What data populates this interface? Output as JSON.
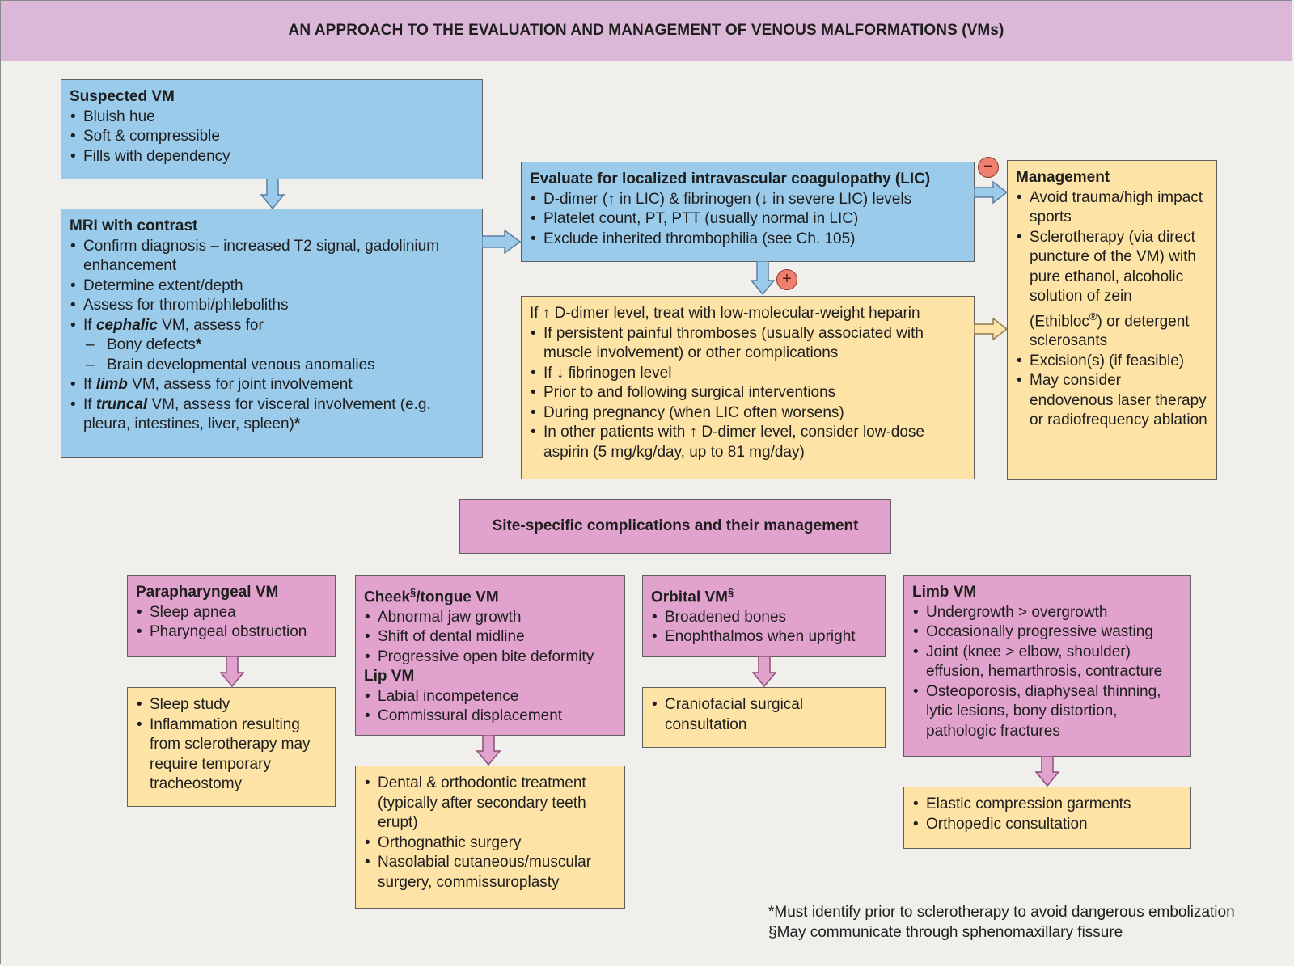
{
  "title": "AN APPROACH TO THE EVALUATION AND MANAGEMENT OF VENOUS MALFORMATIONS (VMs)",
  "suspected": {
    "title": "Suspected VM",
    "items": [
      "Bluish hue",
      "Soft & compressible",
      "Fills with dependency"
    ]
  },
  "mri": {
    "title": "MRI with contrast",
    "items": [
      "Confirm diagnosis – increased T2 signal, gadolinium enhancement",
      "Determine extent/depth",
      "Assess for thrombi/phleboliths"
    ],
    "cephalic": {
      "pre": "If ",
      "em": "cephalic",
      "post": " VM, assess for"
    },
    "cephalic_sub": [
      "Bony defects",
      "Brain developmental venous anomalies"
    ],
    "limb": {
      "pre": "If ",
      "em": "limb",
      "post": " VM, assess for joint involvement"
    },
    "truncal": {
      "pre": "If ",
      "em": "truncal",
      "post": " VM, assess for visceral involvement (e.g. pleura, intestines, liver, spleen)"
    }
  },
  "lic": {
    "title": "Evaluate for localized intravascular coagulopathy (LIC)",
    "items": [
      "D-dimer (↑ in LIC) & fibrinogen (↓ in severe LIC) levels",
      "Platelet count, PT, PTT (usually normal in LIC)",
      "Exclude inherited thrombophilia (see Ch. 105)"
    ]
  },
  "treat": {
    "lead": "If ↑ D-dimer level, treat with low-molecular-weight heparin",
    "items": [
      "If persistent painful thromboses (usually associated with muscle involvement) or other complications",
      "If ↓ fibrinogen level",
      "Prior to and following surgical interventions",
      "During pregnancy (when LIC often worsens)",
      "In other patients with ↑ D-dimer level, consider low-dose aspirin (5 mg/kg/day, up to 81 mg/day)"
    ]
  },
  "management": {
    "title": "Management",
    "items": [
      "Avoid trauma/high impact sports",
      "Sclerotherapy (via direct puncture of the VM) with pure ethanol, alcoholic solution of zein (Ethibloc",
      "Excision(s) (if feasible)",
      "May consider endovenous laser therapy or radiofrequency ablation"
    ],
    "sclero_tail": ") or detergent sclerosants",
    "reg": "®"
  },
  "signs": {
    "minus": "−",
    "plus": "+"
  },
  "site_title": "Site-specific complications and their management",
  "parapharyngeal": {
    "title": "Parapharyngeal VM",
    "items": [
      "Sleep apnea",
      "Pharyngeal obstruction"
    ],
    "mgmt": [
      "Sleep study",
      "Inflammation resulting from sclerotherapy may require temporary tracheostomy"
    ]
  },
  "cheek": {
    "title": "Cheek",
    "title_sup": "§",
    "title_tail": "/tongue VM",
    "items": [
      "Abnormal jaw growth",
      "Shift of dental midline",
      "Progressive open bite deformity"
    ],
    "lip_title": "Lip VM",
    "lip_items": [
      "Labial incompetence",
      "Commissural displacement"
    ],
    "mgmt": [
      "Dental & orthodontic treatment (typically after secondary teeth erupt)",
      "Orthognathic surgery",
      "Nasolabial cutaneous/muscular surgery, commissuroplasty"
    ]
  },
  "orbital": {
    "title": "Orbital VM",
    "title_sup": "§",
    "items": [
      "Broadened bones",
      "Enophthalmos when upright"
    ],
    "mgmt": [
      "Craniofacial surgical consultation"
    ]
  },
  "limbvm": {
    "title": "Limb VM",
    "items": [
      "Undergrowth > overgrowth",
      "Occasionally progressive wasting",
      "Joint (knee > elbow, shoulder) effusion, hemarthrosis, contracture",
      "Osteoporosis, diaphyseal thinning, lytic lesions, bony distortion, pathologic fractures"
    ],
    "mgmt": [
      "Elastic compression garments",
      "Orthopedic consultation"
    ]
  },
  "footnotes": {
    "star": "*Must identify prior to sclerotherapy to avoid dangerous embolization",
    "section": "§May communicate through sphenomaxillary fissure"
  },
  "marks": {
    "star": "*"
  },
  "colors": {
    "header": "#dcb8d8",
    "blue": "#9bcbeb",
    "yellow": "#fde3a6",
    "pink": "#e1a2cd",
    "sign": "#ef7f6e"
  }
}
